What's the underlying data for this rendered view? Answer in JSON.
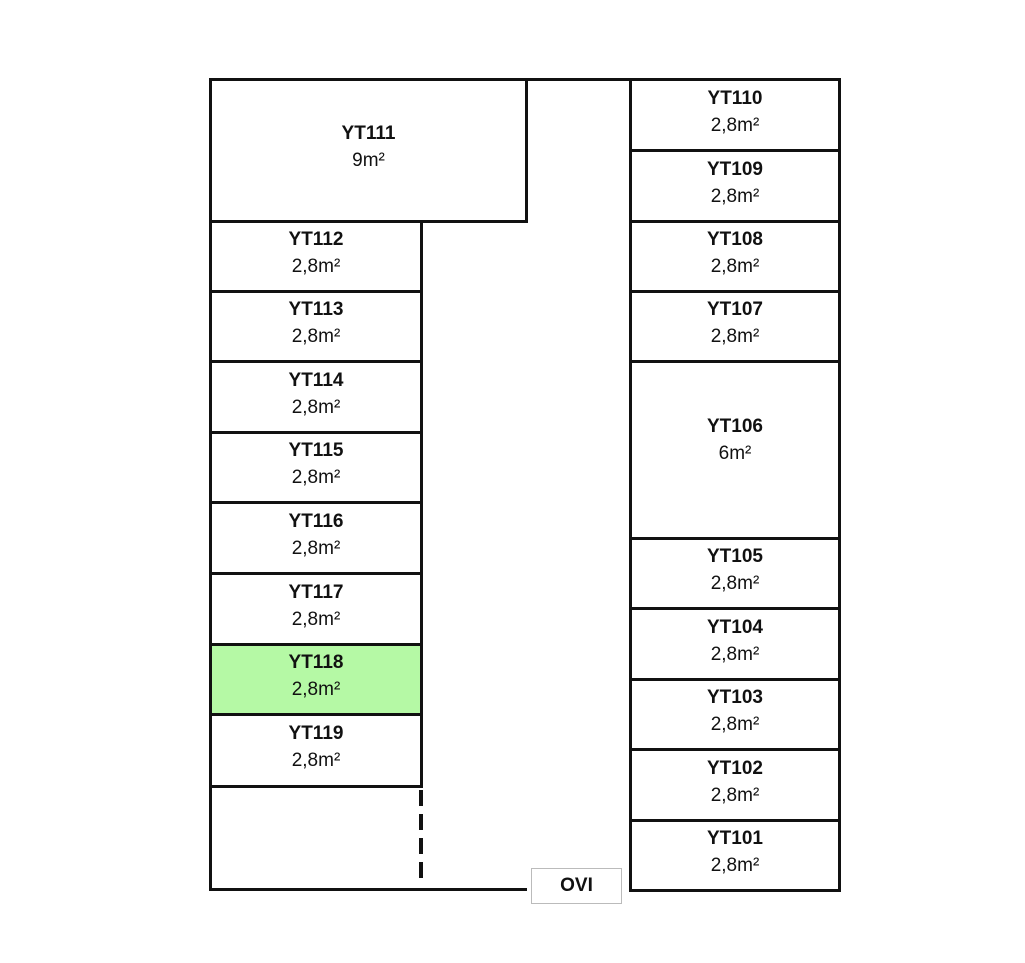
{
  "highlight_color": "#b5f9a5",
  "door_label": "OVI",
  "rooms": {
    "YT111": {
      "id": "YT111",
      "area": "9m²"
    },
    "YT112": {
      "id": "YT112",
      "area": "2,8m²"
    },
    "YT113": {
      "id": "YT113",
      "area": "2,8m²"
    },
    "YT114": {
      "id": "YT114",
      "area": "2,8m²"
    },
    "YT115": {
      "id": "YT115",
      "area": "2,8m²"
    },
    "YT116": {
      "id": "YT116",
      "area": "2,8m²"
    },
    "YT117": {
      "id": "YT117",
      "area": "2,8m²"
    },
    "YT118": {
      "id": "YT118",
      "area": "2,8m²",
      "selected": true
    },
    "YT119": {
      "id": "YT119",
      "area": "2,8m²"
    },
    "YT110": {
      "id": "YT110",
      "area": "2,8m²"
    },
    "YT109": {
      "id": "YT109",
      "area": "2,8m²"
    },
    "YT108": {
      "id": "YT108",
      "area": "2,8m²"
    },
    "YT107": {
      "id": "YT107",
      "area": "2,8m²"
    },
    "YT106": {
      "id": "YT106",
      "area": "6m²"
    },
    "YT105": {
      "id": "YT105",
      "area": "2,8m²"
    },
    "YT104": {
      "id": "YT104",
      "area": "2,8m²"
    },
    "YT103": {
      "id": "YT103",
      "area": "2,8m²"
    },
    "YT102": {
      "id": "YT102",
      "area": "2,8m²"
    },
    "YT101": {
      "id": "YT101",
      "area": "2,8m²"
    }
  }
}
